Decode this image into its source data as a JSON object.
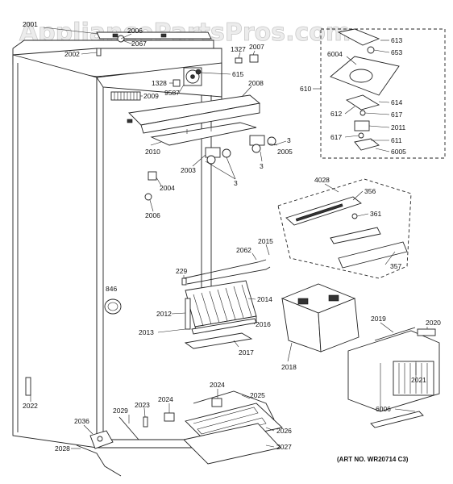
{
  "watermark": "AppliancePartsPros.com",
  "art_number": "(ART NO. WR20714 C3)",
  "labels": {
    "p2001": "2001",
    "p2006": "2006",
    "p2067": "2067",
    "p2002": "2002",
    "p1327": "1327",
    "p2007": "2007",
    "p615": "615",
    "p1328": "1328",
    "p9587": "9587",
    "p2009": "2009",
    "p2008": "2008",
    "p2010": "2010",
    "p2005": "2005",
    "p2003": "2003",
    "p3a": "3",
    "p3b": "3",
    "p3c": "3",
    "p2004": "2004",
    "p2006b": "2006",
    "p613": "613",
    "p6004": "6004",
    "p653": "653",
    "p610": "610",
    "p614": "614",
    "p612": "612",
    "p617a": "617",
    "p2011": "2011",
    "p617b": "617",
    "p611": "611",
    "p6005": "6005",
    "p4028": "4028",
    "p356": "356",
    "p361": "361",
    "p357": "357",
    "p2062": "2062",
    "p2015": "2015",
    "p229": "229",
    "p846": "846",
    "p2014": "2014",
    "p2012": "2012",
    "p2013": "2013",
    "p2016": "2016",
    "p2017": "2017",
    "p2018": "2018",
    "p2019": "2019",
    "p2020": "2020",
    "p2021": "2021",
    "p6006": "6006",
    "p2022": "2022",
    "p2024a": "2024",
    "p2024b": "2024",
    "p2025": "2025",
    "p2029": "2029",
    "p2023": "2023",
    "p2036": "2036",
    "p2026": "2026",
    "p2028": "2028",
    "p2027": "2027"
  }
}
